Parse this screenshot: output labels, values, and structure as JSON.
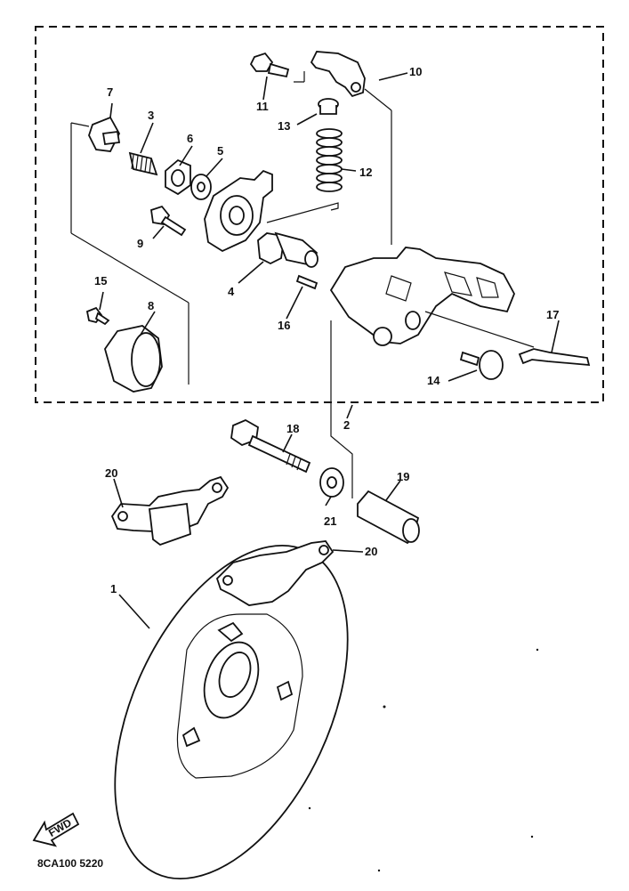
{
  "labels": {
    "p1": "1",
    "p2": "2",
    "p3": "3",
    "p4": "4",
    "p5": "5",
    "p6": "6",
    "p7": "7",
    "p8": "8",
    "p9": "9",
    "p10": "10",
    "p11": "11",
    "p12": "12",
    "p13": "13",
    "p14": "14",
    "p15": "15",
    "p16": "16",
    "p17": "17",
    "p18": "18",
    "p19": "19",
    "p20a": "20",
    "p20b": "20",
    "p21": "21"
  },
  "footer": {
    "code": "8CA100 5220"
  },
  "front_arrow": {
    "text": "FWD"
  }
}
